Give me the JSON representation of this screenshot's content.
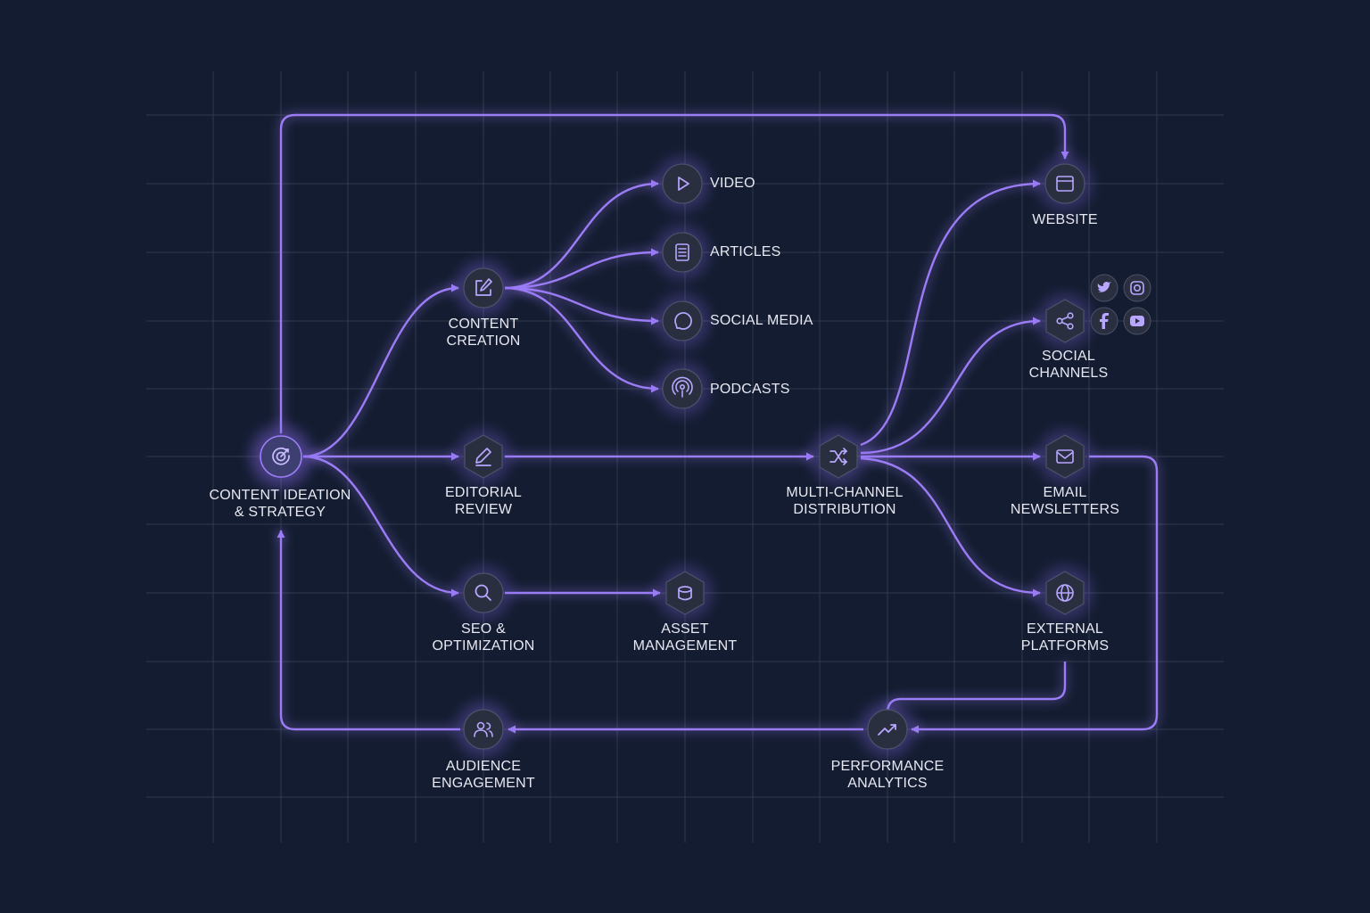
{
  "colors": {
    "background": "#131c30",
    "grid": "#3a4457",
    "accent": "#9b7cf6",
    "node_fill": "#2a2f40",
    "text": "#e7e8f1"
  },
  "nodes": {
    "ideation": {
      "line1": "CONTENT IDEATION",
      "line2": "& STRATEGY",
      "icon": "target-icon"
    },
    "creation": {
      "line1": "CONTENT",
      "line2": "CREATION",
      "icon": "edit-icon"
    },
    "editorial": {
      "line1": "EDITORIAL",
      "line2": "REVIEW",
      "icon": "pen-icon"
    },
    "seo": {
      "line1": "SEO &",
      "line2": "OPTIMIZATION",
      "icon": "search-icon"
    },
    "asset": {
      "line1": "ASSET",
      "line2": "MANAGEMENT",
      "icon": "database-icon"
    },
    "video": {
      "label": "VIDEO",
      "icon": "play-icon"
    },
    "articles": {
      "label": "ARTICLES",
      "icon": "document-icon"
    },
    "social_media": {
      "label": "SOCIAL MEDIA",
      "icon": "chat-bubble-icon"
    },
    "podcasts": {
      "label": "PODCASTS",
      "icon": "podcast-icon"
    },
    "distribution": {
      "line1": "MULTI-CHANNEL",
      "line2": "DISTRIBUTION",
      "icon": "shuffle-icon"
    },
    "website": {
      "label": "WEBSITE",
      "icon": "browser-window-icon"
    },
    "social_channels": {
      "line1": "SOCIAL",
      "line2": "CHANNELS",
      "icon": "share-icon"
    },
    "email": {
      "line1": "EMAIL",
      "line2": "NEWSLETTERS",
      "icon": "mail-icon"
    },
    "external": {
      "line1": "EXTERNAL",
      "line2": "PLATFORMS",
      "icon": "globe-icon"
    },
    "analytics": {
      "line1": "PERFORMANCE",
      "line2": "ANALYTICS",
      "icon": "trend-up-icon"
    },
    "audience": {
      "line1": "AUDIENCE",
      "line2": "ENGAGEMENT",
      "icon": "users-icon"
    }
  },
  "social_icons": [
    "twitter-icon",
    "instagram-icon",
    "facebook-icon",
    "youtube-icon"
  ]
}
